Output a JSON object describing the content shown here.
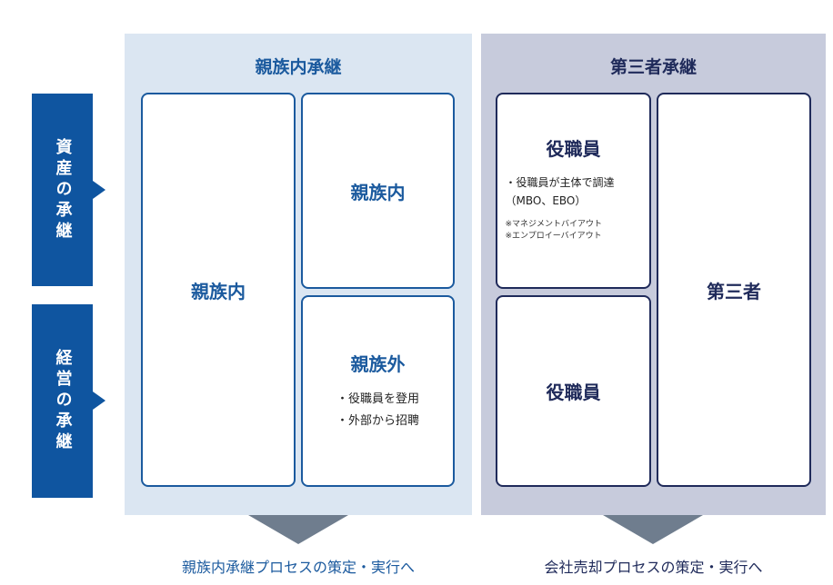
{
  "side_labels": {
    "asset": "資産の承継",
    "management": "経営の承継"
  },
  "family_panel": {
    "title": "親族内承継",
    "left_card_title": "親族内",
    "top_right_card_title": "親族内",
    "bottom_right_card_title": "親族外",
    "bottom_right_bullets": [
      "役職員を登用",
      "外部から招聘"
    ],
    "bottom_caption": "親族内承継プロセスの策定・実行へ"
  },
  "third_panel": {
    "title": "第三者承継",
    "top_left_card_title": "役職員",
    "top_left_line1": "・役職員が主体で調達",
    "top_left_line2": "（MBO、EBO）",
    "top_left_note1": "※マネジメントバイアウト",
    "top_left_note2": "※エンプロイーバイアウト",
    "bottom_left_card_title": "役職員",
    "right_card_title": "第三者",
    "bottom_caption": "会社売却プロセスの策定・実行へ"
  },
  "colors": {
    "side_label_blue": "#0f55a0",
    "family_panel_bg": "#dbe6f2",
    "third_panel_bg": "#c7cbdc",
    "family_accent": "#1b5a9e",
    "third_accent": "#1f2a5a",
    "arrow_gray": "#6f7d8e"
  }
}
